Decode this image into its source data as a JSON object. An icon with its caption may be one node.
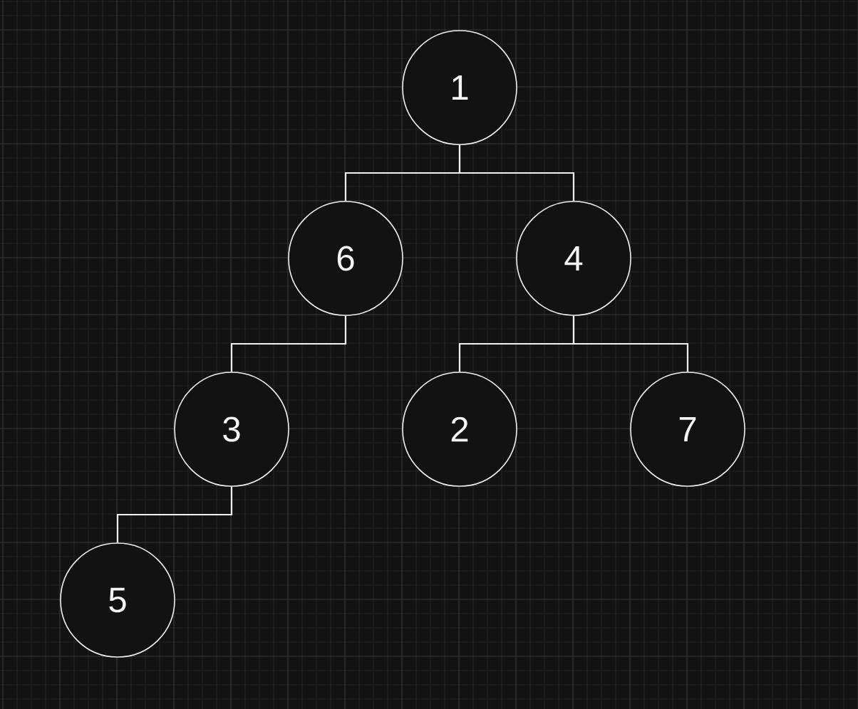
{
  "diagram": {
    "nodes": [
      {
        "text": [
          "1"
        ]
      },
      {
        "text": [
          "6"
        ]
      },
      {
        "text": [
          "4"
        ]
      },
      {
        "text": [
          "3"
        ]
      },
      {
        "text": [
          "2"
        ]
      },
      {
        "text": [
          "7"
        ]
      },
      {
        "text": [
          "5"
        ]
      }
    ],
    "edges": [
      {
        "from": 0,
        "to": 1,
        "arrow": "none"
      },
      {
        "from": 0,
        "to": 2,
        "arrow": "none"
      },
      {
        "from": 1,
        "to": 3,
        "arrow": "none"
      },
      {
        "from": 2,
        "to": 4,
        "arrow": "none"
      },
      {
        "from": 2,
        "to": 5,
        "arrow": "none"
      },
      {
        "from": 3,
        "to": 6,
        "arrow": "none"
      }
    ]
  }
}
